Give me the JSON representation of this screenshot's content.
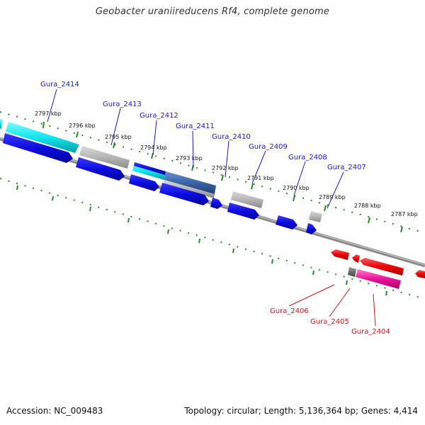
{
  "title": "Geobacter uraniireducens Rf4, complete genome",
  "accession": "Accession: NC_009483",
  "summary": "Topology: circular; Length: 5,136,364 bp; Genes: 4,414",
  "colors": {
    "backbone": "#888888",
    "tick": "#2a8a2a",
    "forward_label": "#1a1acc",
    "reverse_label": "#cc1a1a",
    "cds_forward": "#1010dd",
    "rna": "#00dddd",
    "pseudo": "#aaaaaa",
    "cds_reverse": "#ee0000",
    "reverse_other": "#ee1199"
  },
  "tick_labels": [
    "2797 kbp",
    "2796 kbp",
    "2795 kbp",
    "2794 kbp",
    "2793 kbp",
    "2792 kbp",
    "2791 kbp",
    "2790 kbp",
    "2789 kbp",
    "2788 kbp",
    "2787 kbp"
  ],
  "forward_genes": [
    "Gura_2414",
    "Gura_2413",
    "Gura_2412",
    "Gura_2411",
    "Gura_2410",
    "Gura_2409",
    "Gura_2408",
    "Gura_2407"
  ],
  "reverse_genes": [
    "Gura_2406",
    "Gura_2405",
    "Gura_2404"
  ]
}
